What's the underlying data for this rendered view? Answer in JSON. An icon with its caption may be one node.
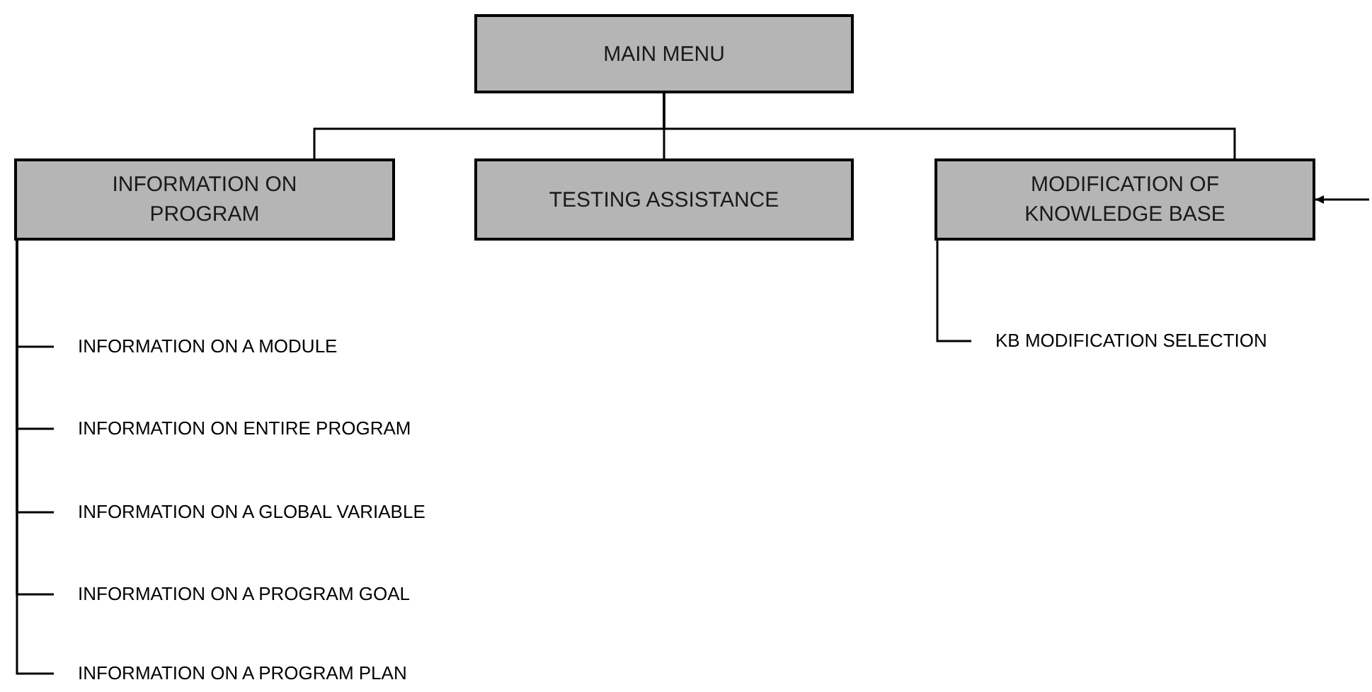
{
  "diagram": {
    "nodes": [
      {
        "text": [
          "MAIN MENU"
        ]
      },
      {
        "text": [
          "INFORMATION ON PROGRAM"
        ]
      },
      {
        "text": [
          "TESTING ASSISTANCE"
        ]
      },
      {
        "text": [
          "MODIFICATION OF KNOWLEDGE BASE"
        ]
      },
      {
        "text": [
          "INFORMATION ON A MODULE"
        ]
      },
      {
        "text": [
          "INFORMATION ON ENTIRE PROGRAM"
        ]
      },
      {
        "text": [
          "INFORMATION ON A GLOBAL VARIABLE"
        ]
      },
      {
        "text": [
          "INFORMATION ON A PROGRAM GOAL"
        ]
      },
      {
        "text": [
          "INFORMATION ON A PROGRAM PLAN"
        ]
      },
      {
        "text": [
          "KB MODIFICATION SELECTION"
        ]
      }
    ],
    "edges": [
      {
        "from": 0,
        "to": 1,
        "arrow": "none"
      },
      {
        "from": 0,
        "to": 2,
        "arrow": "none"
      },
      {
        "from": 0,
        "to": 3,
        "arrow": "none"
      },
      {
        "from": 1,
        "to": 4,
        "arrow": "none"
      },
      {
        "from": 1,
        "to": 5,
        "arrow": "none"
      },
      {
        "from": 1,
        "to": 6,
        "arrow": "none"
      },
      {
        "from": 1,
        "to": 7,
        "arrow": "none"
      },
      {
        "from": 1,
        "to": 8,
        "arrow": "none"
      },
      {
        "from": 3,
        "to": 9,
        "arrow": "none"
      },
      {
        "from": null,
        "to": 3,
        "arrow": "to"
      }
    ]
  }
}
